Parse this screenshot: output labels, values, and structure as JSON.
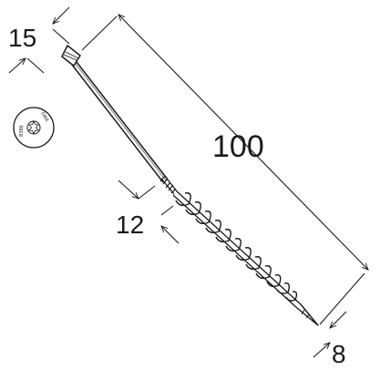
{
  "dimensions": {
    "length": "100",
    "head_diameter": "15",
    "thread_length": "12",
    "shank_diameter": "8"
  },
  "head_marking": {
    "line1": "DMX",
    "line2": "8386"
  },
  "icons": {
    "screw": "countersunk-wood-screw-icon",
    "head_top": "torx-head-icon"
  },
  "colors": {
    "stroke": "#1a1a1a",
    "background": "#ffffff"
  }
}
